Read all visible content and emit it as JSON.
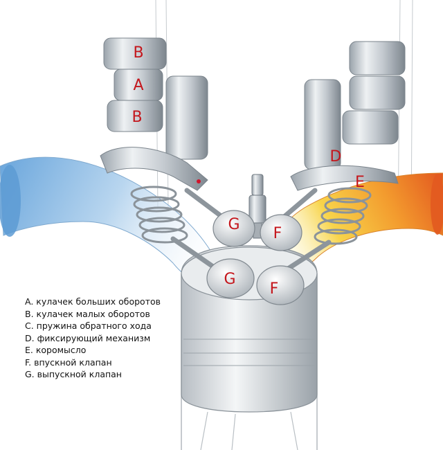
{
  "labels": {
    "a": "A",
    "b_top": "B",
    "b_bottom": "B",
    "d": "D",
    "e": "E",
    "g_upper": "G",
    "g_lower": "G",
    "f_upper": "F",
    "f_lower": "F"
  },
  "legend": [
    "A. кулачек больших оборотов",
    "B. кулачек малых оборотов",
    "C. пружина обратного хода",
    "D. фиксирующий механизм",
    "E. коромысло",
    "F.  впускной клапан",
    "G. выпускной клапан"
  ],
  "colors": {
    "label": "#c4161c",
    "exhaust_port": "#8fbde6",
    "intake_port": "#e8742a",
    "metal": "#c8ced4"
  }
}
